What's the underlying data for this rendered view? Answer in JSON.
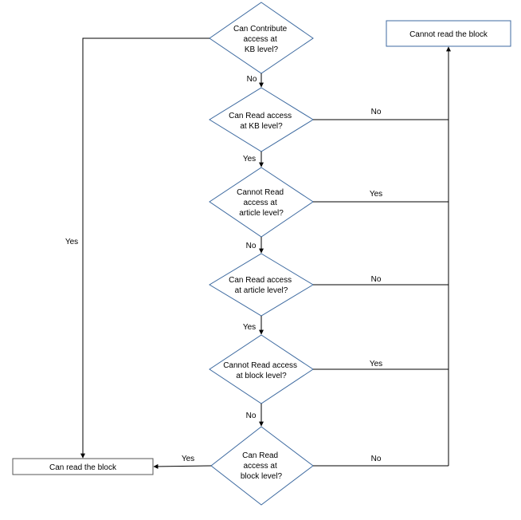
{
  "decisions": [
    {
      "id": "d1",
      "lines": [
        "Can Contribute",
        "access at",
        "KB level?"
      ]
    },
    {
      "id": "d2",
      "lines": [
        "Can Read access",
        "at KB level?"
      ]
    },
    {
      "id": "d3",
      "lines": [
        "Cannot Read",
        "access at",
        "article level?"
      ]
    },
    {
      "id": "d4",
      "lines": [
        "Can Read access",
        "at article level?"
      ]
    },
    {
      "id": "d5",
      "lines": [
        "Cannot Read access",
        "at block level?"
      ]
    },
    {
      "id": "d6",
      "lines": [
        "Can Read",
        "access at",
        "block level?"
      ]
    }
  ],
  "outcomes": {
    "cannot_read": "Cannot read the block",
    "can_read": "Can read the block"
  },
  "edge_labels": {
    "d1_no": "No",
    "d1_yes": "Yes",
    "d2_no": "No",
    "d2_yes": "Yes",
    "d3_yes": "Yes",
    "d3_no": "No",
    "d4_no": "No",
    "d4_yes": "Yes",
    "d5_yes": "Yes",
    "d5_no": "No",
    "d6_yes": "Yes",
    "d6_no": "No"
  },
  "colors": {
    "diamond_stroke": "#3d6aa0",
    "box_stroke_right": "#3d6aa0",
    "box_stroke_left": "#555555",
    "line": "#000000"
  }
}
